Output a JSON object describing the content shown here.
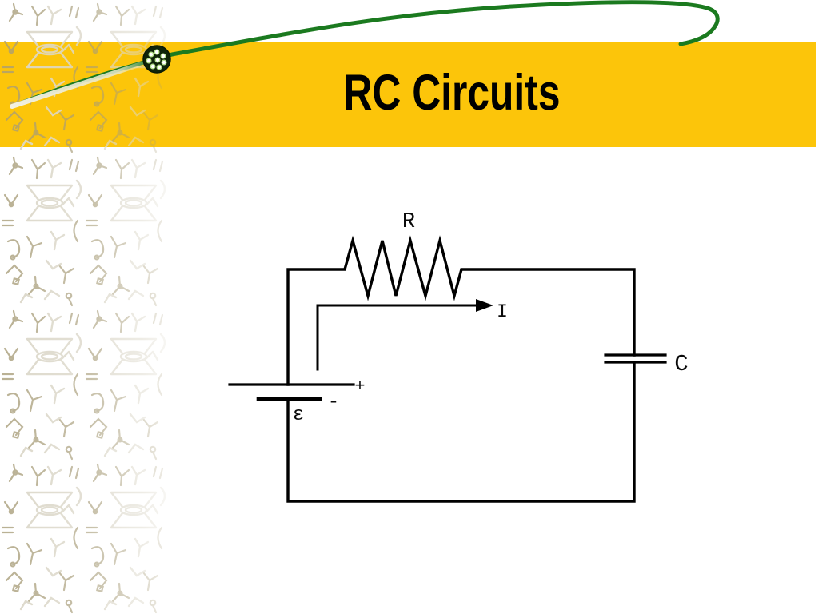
{
  "slide": {
    "title": "RC Circuits",
    "colors": {
      "background": "#ffffff",
      "banner_gold": "#fcc50a",
      "swoosh_green": "#1b7a1f",
      "pin_dark": "#0f2409",
      "pattern_tan": "#a79c78",
      "ink": "#000000"
    },
    "decorations": {
      "swoosh": "green-pen-swoosh",
      "pin": "dark-pin-head-with-dots",
      "sidebar": "molecular-doodle-pattern"
    }
  },
  "circuit": {
    "type": "schematic",
    "description": "Series RC circuit: battery EMF source, resistor R on top wire, capacitor C on right wire, current I arrow pointing right",
    "labels": {
      "resistor": "R",
      "current": "I",
      "capacitor": "C",
      "emf": "ε",
      "plus": "+",
      "minus": "-"
    }
  }
}
